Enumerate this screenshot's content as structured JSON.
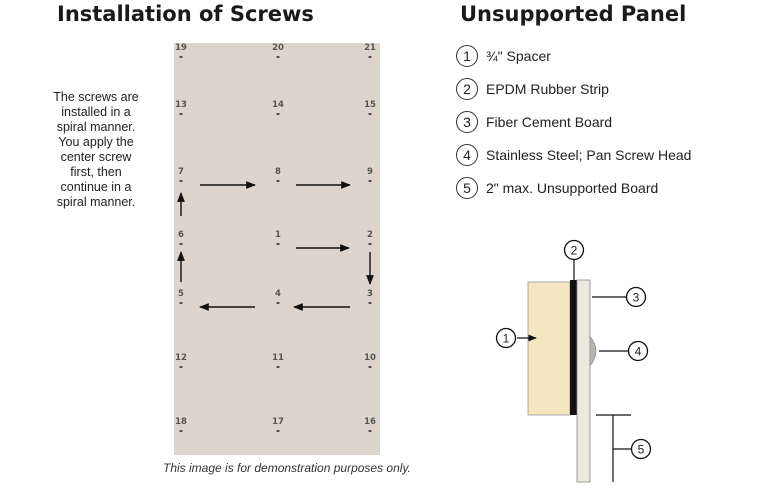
{
  "left_title": "Installation of Screws",
  "right_title": "Unsupported Panel",
  "note_lines": [
    "The screws are",
    "installed in a",
    "spiral manner.",
    "You apply the",
    "center screw",
    "first, then",
    "continue in a",
    "spiral manner."
  ],
  "caption": "This image is for demonstration purposes only.",
  "screws": [
    {
      "label": "19",
      "col": 0,
      "row": 0
    },
    {
      "label": "20",
      "col": 1,
      "row": 0
    },
    {
      "label": "21",
      "col": 2,
      "row": 0
    },
    {
      "label": "13",
      "col": 0,
      "row": 1
    },
    {
      "label": "14",
      "col": 1,
      "row": 1
    },
    {
      "label": "15",
      "col": 2,
      "row": 1
    },
    {
      "label": "7",
      "col": 0,
      "row": 2
    },
    {
      "label": "8",
      "col": 1,
      "row": 2
    },
    {
      "label": "9",
      "col": 2,
      "row": 2
    },
    {
      "label": "6",
      "col": 0,
      "row": 3
    },
    {
      "label": "1",
      "col": 1,
      "row": 3
    },
    {
      "label": "2",
      "col": 2,
      "row": 3
    },
    {
      "label": "5",
      "col": 0,
      "row": 4
    },
    {
      "label": "4",
      "col": 1,
      "row": 4
    },
    {
      "label": "3",
      "col": 2,
      "row": 4
    },
    {
      "label": "12",
      "col": 0,
      "row": 5
    },
    {
      "label": "11",
      "col": 1,
      "row": 5
    },
    {
      "label": "10",
      "col": 2,
      "row": 5
    },
    {
      "label": "18",
      "col": 0,
      "row": 6
    },
    {
      "label": "17",
      "col": 1,
      "row": 6
    },
    {
      "label": "16",
      "col": 2,
      "row": 6
    }
  ],
  "legend": [
    {
      "num": "1",
      "text": "¾\" Spacer"
    },
    {
      "num": "2",
      "text": "EPDM Rubber Strip"
    },
    {
      "num": "3",
      "text": "Fiber Cement Board"
    },
    {
      "num": "4",
      "text": "Stainless Steel; Pan Screw Head"
    },
    {
      "num": "5",
      "text": "2\" max. Unsupported Board"
    }
  ],
  "colors": {
    "panel": "#ddd5cb",
    "spacer": "#f3e6c0",
    "strip": "#111111",
    "board": "#ede8de",
    "screw_head": "#b9b4ad",
    "arrow": "#111111"
  }
}
